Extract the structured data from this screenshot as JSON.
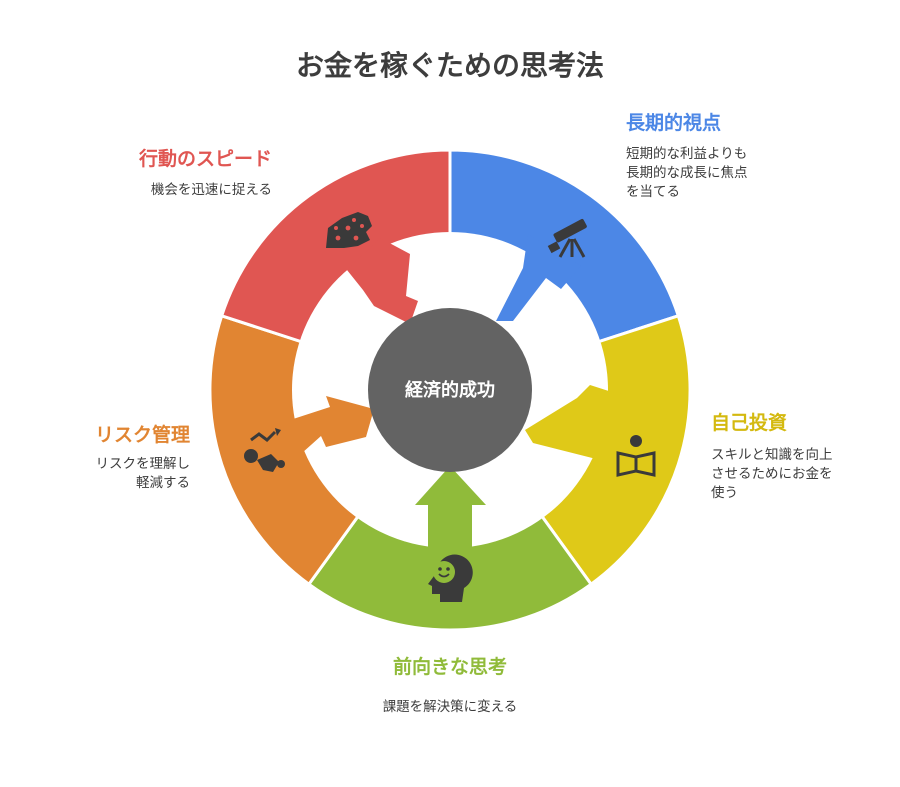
{
  "title": "お金を稼ぐための思考法",
  "center": {
    "label": "経済的成功"
  },
  "segments": [
    {
      "name": "長期的視点",
      "desc": "短期的な利益よりも\n長期的な成長に焦点\nを当てる",
      "color": "#4c87e6",
      "icon": "telescope-icon"
    },
    {
      "name": "自己投資",
      "desc": "スキルと知識を向上\nさせるためにお金を\n使う",
      "color": "#dfc918",
      "icon": "reading-person-icon"
    },
    {
      "name": "前向きな思考",
      "desc": "課題を解決策に変える",
      "color": "#90bb3a",
      "icon": "smiling-head-icon"
    },
    {
      "name": "リスク管理",
      "desc": "リスクを理解し\n軽減する",
      "color": "#e18532",
      "icon": "risk-chart-icon"
    },
    {
      "name": "行動のスピード",
      "desc": "機会を迅速に捉える",
      "color": "#e05652",
      "icon": "cheetah-icon"
    }
  ],
  "colors": {
    "center": "#636363",
    "title": "#3d3d3d"
  }
}
